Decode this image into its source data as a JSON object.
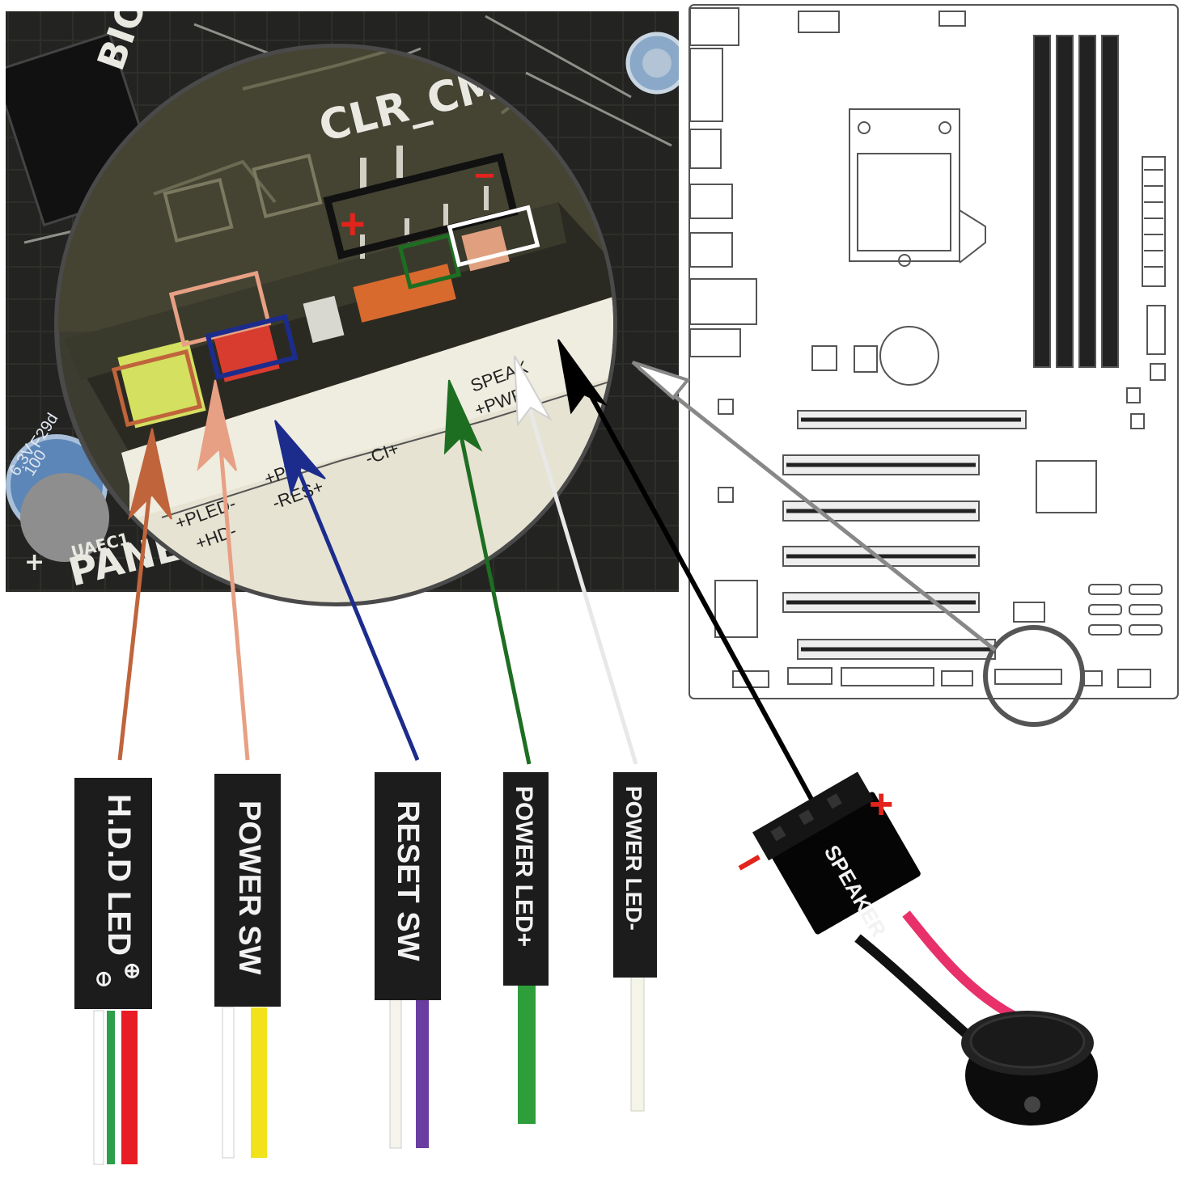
{
  "board_silkscreen": {
    "clr_cmos": "CLR_CMOS",
    "bios": "BIOS",
    "panel": "PANEL",
    "uaec": "UAEC1",
    "cap_marking": [
      "F29d",
      "100",
      "6.3V"
    ],
    "header_labels": [
      "+PLED-",
      "+HD-",
      "+PW-",
      "-RES+",
      "-CI+",
      "SPEAK",
      "+PWR"
    ],
    "plus_sign": "+"
  },
  "polarity": {
    "plus": "+",
    "minus": "−"
  },
  "connectors": [
    {
      "id": "hdd-led",
      "label": "H.D.D LED",
      "polarity_minus": "⊖",
      "polarity_plus": "⊕",
      "wires": [
        "#ffffff",
        "#2e9e4a",
        "#e81c24"
      ],
      "arrow_color": "#c0643c"
    },
    {
      "id": "power-sw",
      "label": "POWER SW",
      "wires": [
        "#ffffff",
        "#f2e21c"
      ],
      "arrow_color": "#e8a084"
    },
    {
      "id": "reset-sw",
      "label": "RESET SW",
      "wires": [
        "#f4f4ec",
        "#6a3ea0"
      ],
      "arrow_color": "#1c2c8c"
    },
    {
      "id": "power-led-plus",
      "label": "POWER LED+",
      "wires": [
        "#2e9e3a"
      ],
      "arrow_color": "#1e6e22"
    },
    {
      "id": "power-led-minus",
      "label": "POWER LED-",
      "wires": [
        "#f4f4e8"
      ],
      "arrow_color": "#ffffff"
    }
  ],
  "speaker": {
    "label": "SPEAKER",
    "plus": "+",
    "minus": "−",
    "wire_colors": [
      "#111111",
      "#e8306a"
    ]
  },
  "colors": {
    "board_dark": "#1e1e1c",
    "zoom_bg": "#3b3a2f",
    "header_black": "#111111",
    "speaker_box": "#000000",
    "hdd_box": "#c0643c",
    "pled_box": "#e8a084",
    "pw_box": "#1c2c8c",
    "ci_box": "#1e6e22",
    "speaker_minus_box": "#ffffff"
  }
}
